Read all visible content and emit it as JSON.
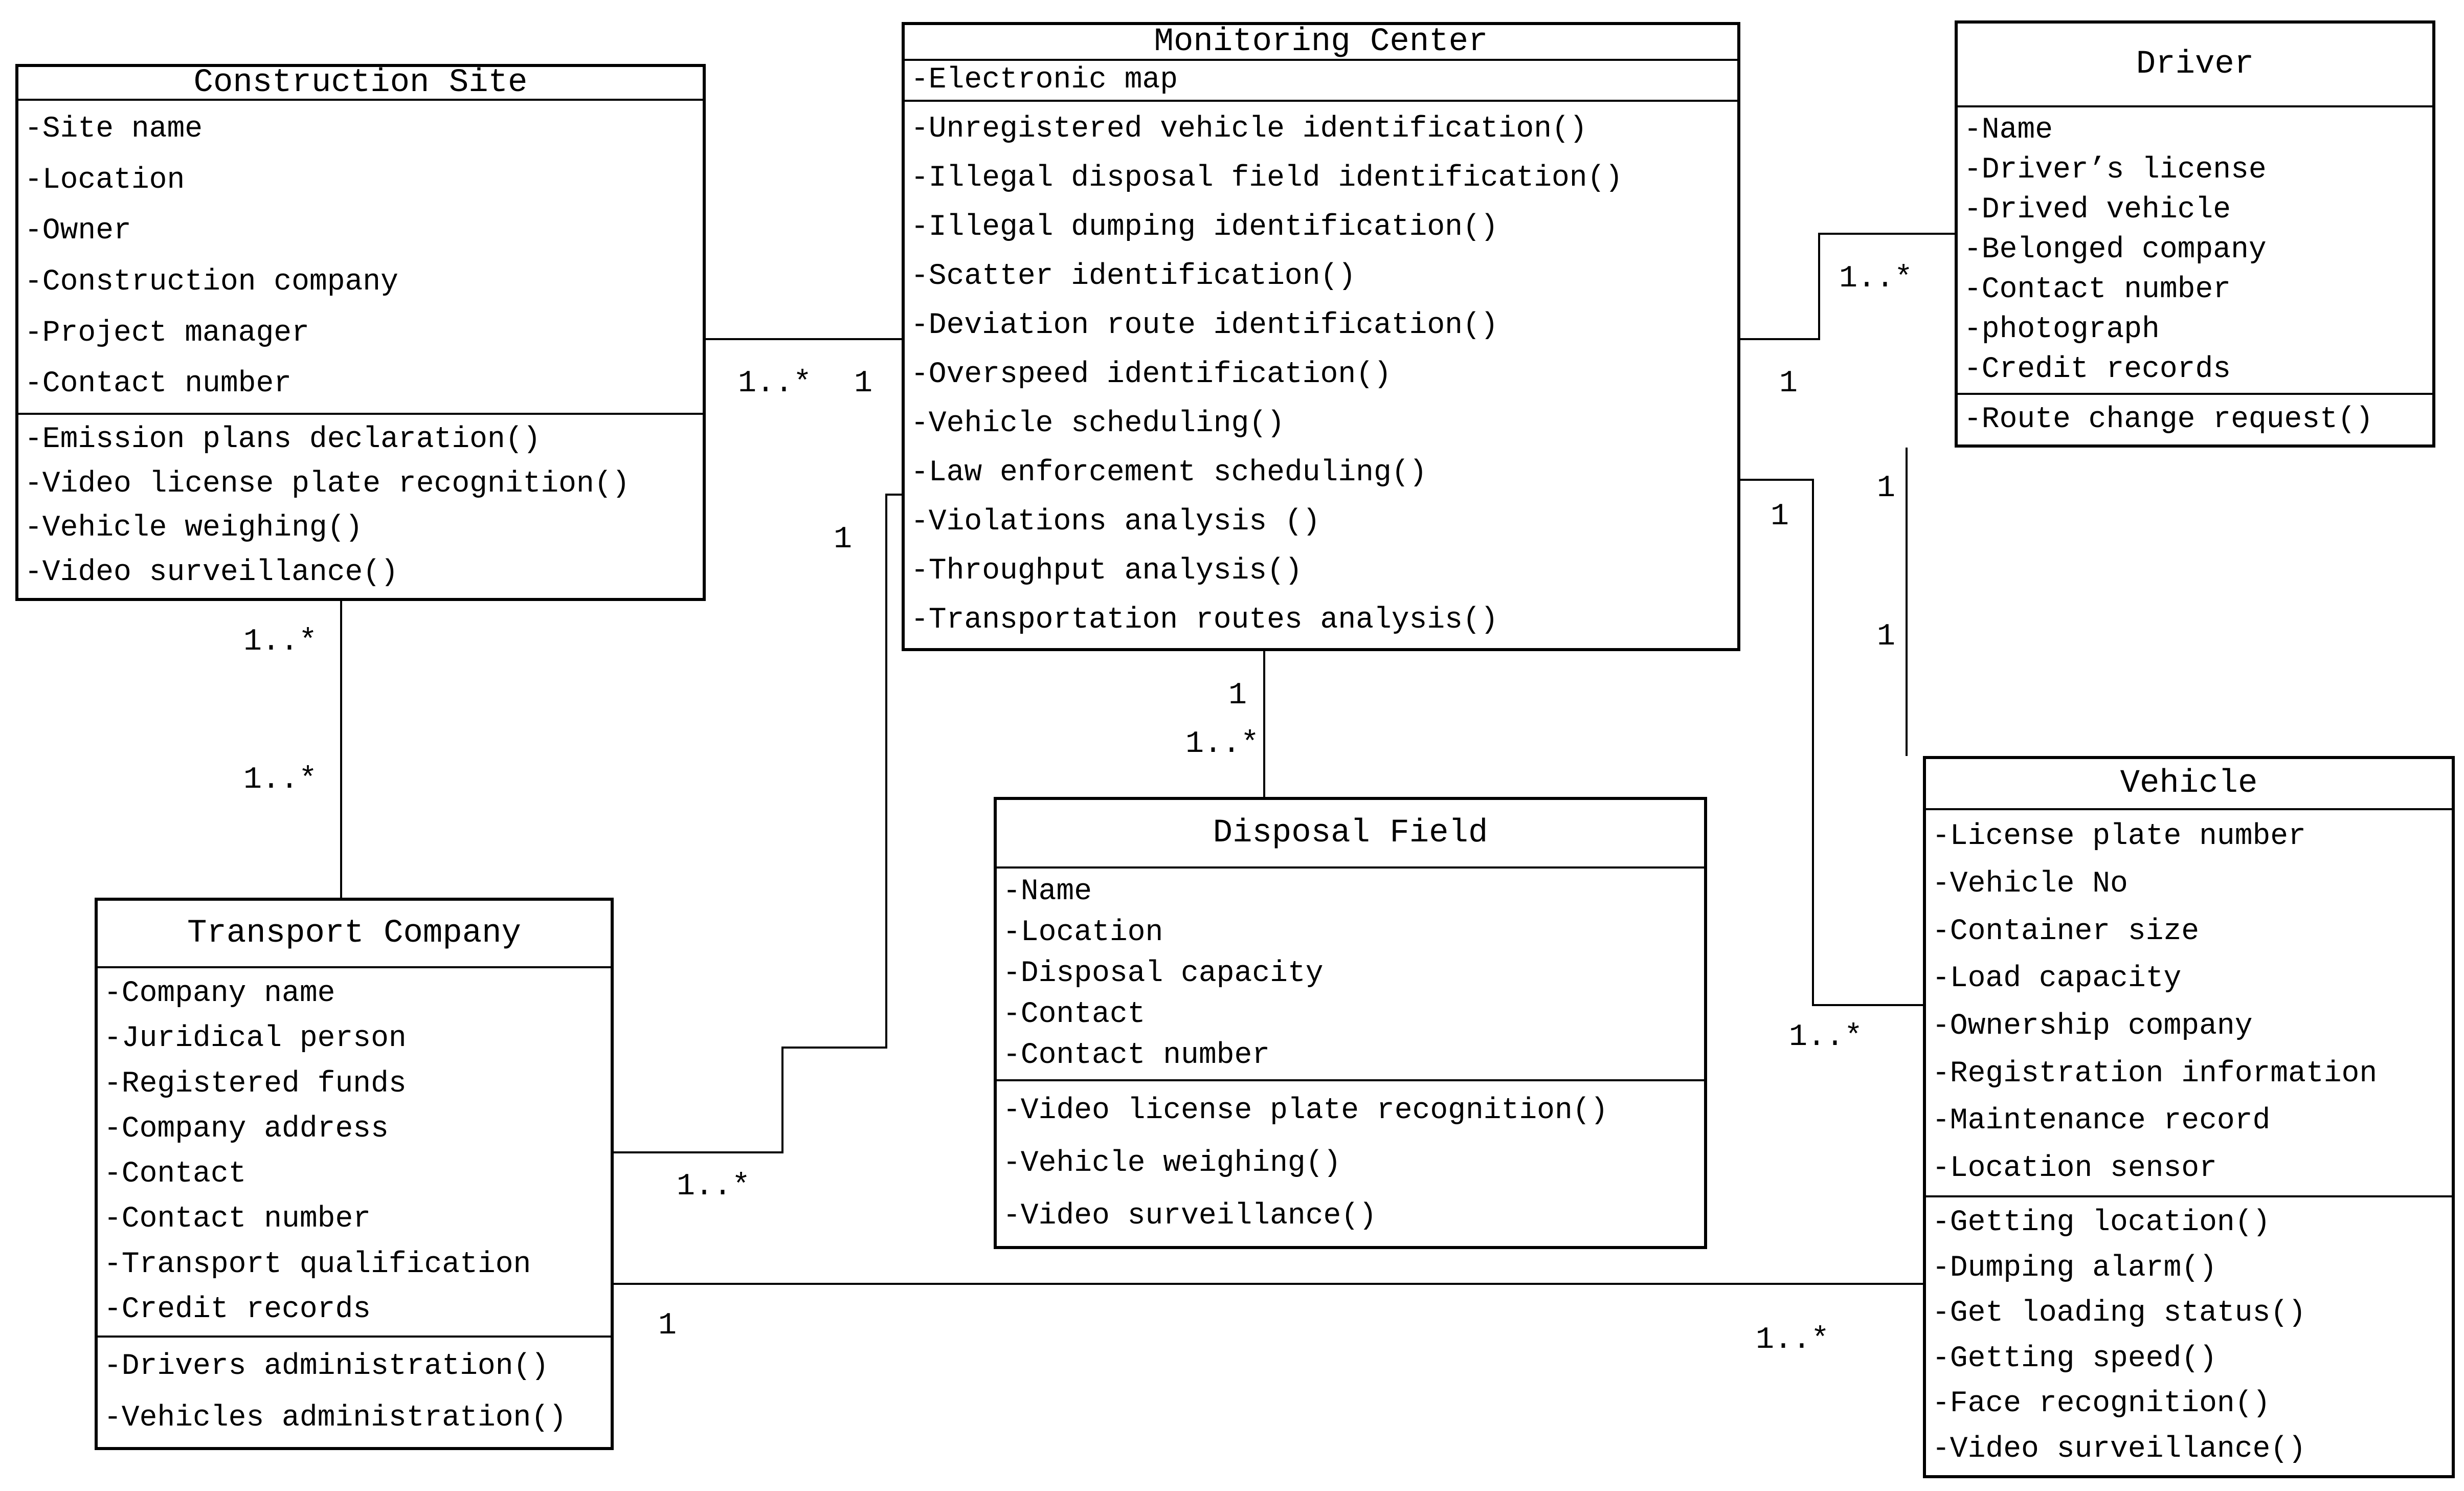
{
  "classes": {
    "construction_site": {
      "title": "Construction Site",
      "attributes": [
        "-Site name",
        "-Location",
        "-Owner",
        "-Construction company",
        "-Project manager",
        "-Contact number"
      ],
      "methods": [
        "-Emission plans declaration()",
        "-Video license plate recognition()",
        "-Vehicle weighing()",
        "-Video surveillance()"
      ]
    },
    "monitoring_center": {
      "title": "Monitoring Center",
      "attributes": [
        "-Electronic map"
      ],
      "methods": [
        "-Unregistered vehicle identification()",
        "-Illegal disposal field identification()",
        "-Illegal dumping identification()",
        "-Scatter identification()",
        "-Deviation route identification()",
        "-Overspeed identification()",
        "-Vehicle scheduling()",
        "-Law enforcement scheduling()",
        "-Violations analysis ()",
        "-Throughput analysis()",
        "-Transportation routes analysis()"
      ]
    },
    "driver": {
      "title": "Driver",
      "attributes": [
        "-Name",
        "-Driver’s license",
        "-Drived vehicle",
        "-Belonged company",
        "-Contact number",
        "-photograph",
        "-Credit records"
      ],
      "methods": [
        "-Route change request()"
      ]
    },
    "transport_company": {
      "title": "Transport Company",
      "attributes": [
        "-Company name",
        "-Juridical person",
        "-Registered funds",
        "-Company address",
        "-Contact",
        "-Contact number",
        "-Transport qualification",
        "-Credit records"
      ],
      "methods": [
        "-Drivers administration()",
        "-Vehicles administration()"
      ]
    },
    "disposal_field": {
      "title": "Disposal Field",
      "attributes": [
        "-Name",
        "-Location",
        "-Disposal capacity",
        "-Contact",
        "-Contact number"
      ],
      "methods": [
        "-Video license plate recognition()",
        "-Vehicle weighing()",
        "-Video surveillance()"
      ]
    },
    "vehicle": {
      "title": "Vehicle",
      "attributes": [
        "-License plate number",
        "-Vehicle No",
        "-Container size",
        "-Load capacity",
        "-Ownership company",
        "-Registration information",
        "-Maintenance record",
        "-Location sensor"
      ],
      "methods": [
        "-Getting location()",
        "-Dumping alarm()",
        "-Get loading status()",
        "-Getting speed()",
        "-Face recognition()",
        "-Video surveillance()"
      ]
    }
  },
  "multiplicities": {
    "cs_mc_near_cs": "1..*",
    "cs_mc_near_mc": "1",
    "mc_driver_near_driver": "1..*",
    "mc_driver_near_mc": "1",
    "cs_tc_near_cs": "1..*",
    "cs_tc_near_tc": "1..*",
    "tc_mc_near_mc": "1",
    "tc_mc_near_tc": "1..*",
    "mc_df_near_mc": "1",
    "mc_df_near_df": "1..*",
    "mc_vehicle_near_mc": "1",
    "mc_vehicle_near_vehicle": "1..*",
    "driver_vehicle_near_driver": "1",
    "driver_vehicle_near_vehicle": "1",
    "tc_vehicle_near_tc": "1",
    "tc_vehicle_near_vehicle": "1..*"
  },
  "colors": {
    "stroke": "#000000",
    "background": "#ffffff"
  }
}
